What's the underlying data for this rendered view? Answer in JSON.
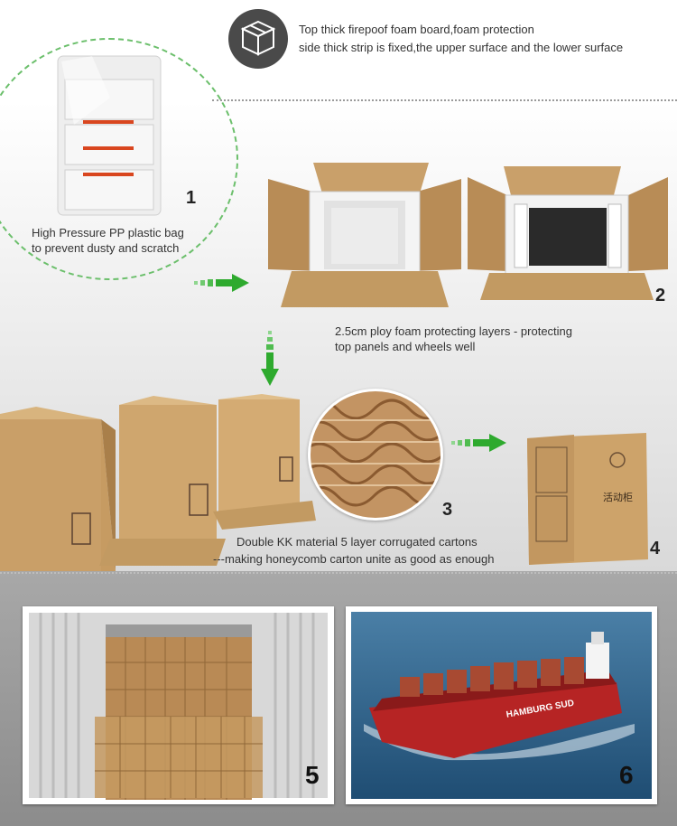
{
  "header": {
    "icon": "package-box-icon",
    "line1": "Top thick firepoof foam board,foam protection",
    "line2": "side thick strip is fixed,the upper surface and the lower surface"
  },
  "step1": {
    "number": "1",
    "line1": "High Pressure PP plastic bag",
    "line2": "to prevent dusty and scratch"
  },
  "step2": {
    "number": "2",
    "line1": "2.5cm ploy foam protecting layers - protecting",
    "line2": "top panels and wheels well"
  },
  "step3": {
    "number": "3",
    "line1": "Double KK material 5 layer corrugated cartons",
    "line2": "---making honeycomb carton unite as good as enough"
  },
  "step4": {
    "number": "4",
    "carton_label": "活动柜"
  },
  "step5": {
    "number": "5"
  },
  "step6": {
    "number": "6",
    "ship_name": "HAMBURG SUD"
  },
  "colors": {
    "arrow_green": "#2eaa2e",
    "cardboard": "#c9a06a",
    "accent_red": "#d9461f"
  }
}
